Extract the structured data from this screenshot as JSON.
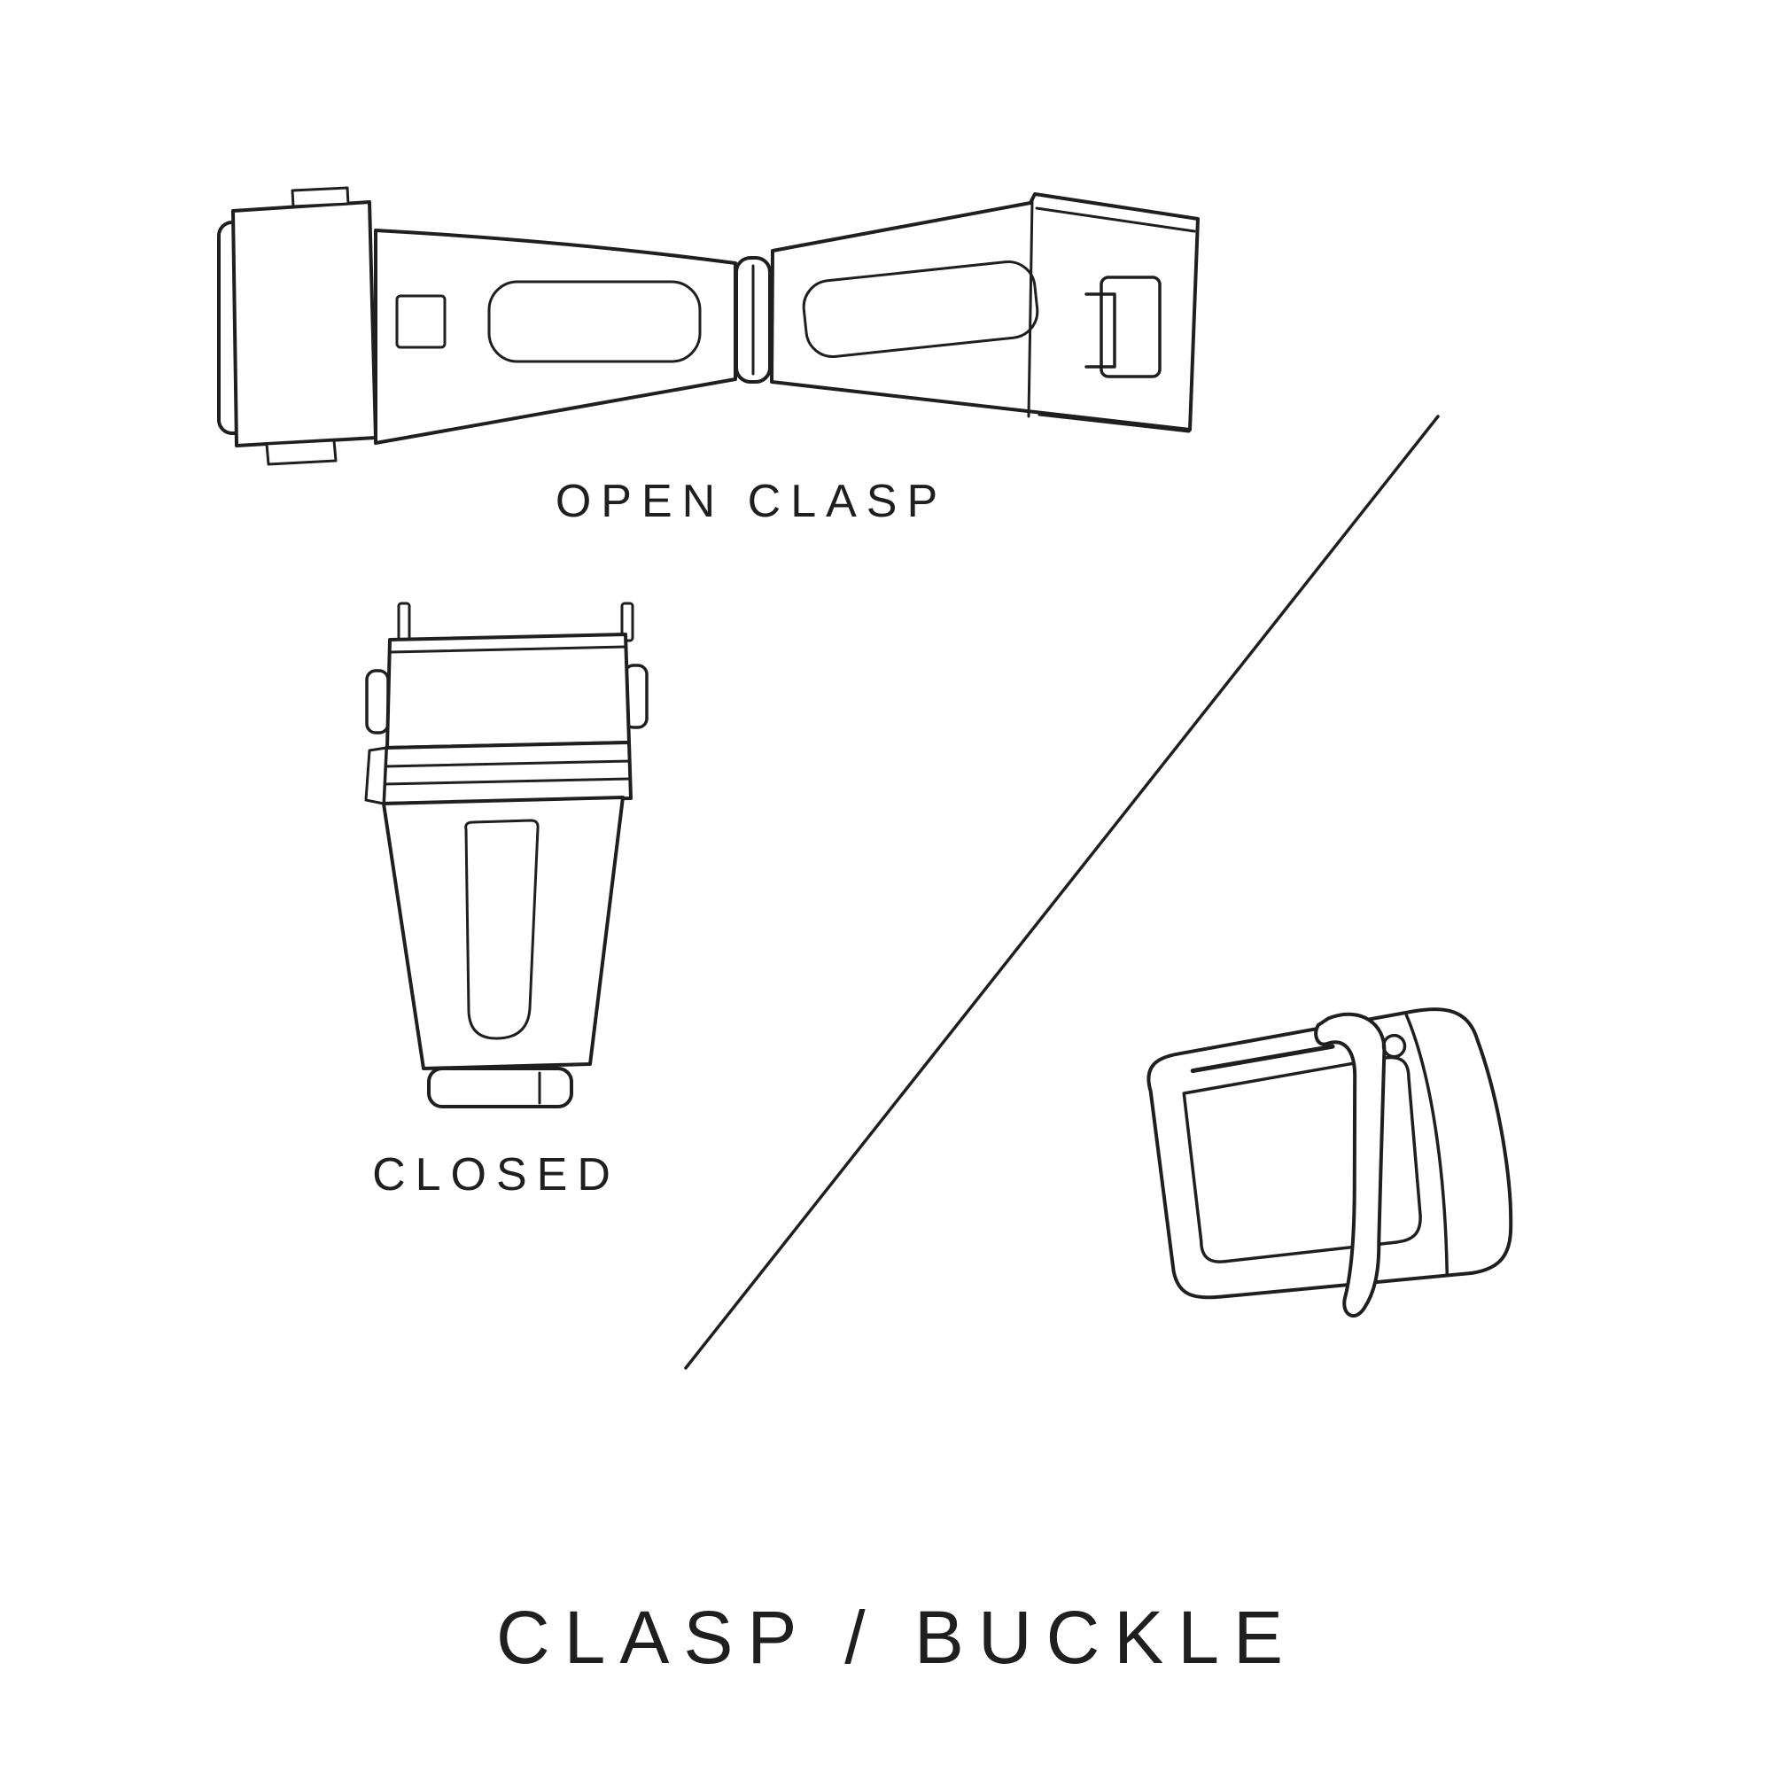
{
  "canvas": {
    "background_color": "#ffffff",
    "line_color": "#1f1f1f"
  },
  "diagram": {
    "title": "CLASP / BUCKLE",
    "sections": {
      "clasp": {
        "open_label": "OPEN CLASP",
        "closed_label": "CLOSED",
        "illustrations": [
          {
            "icon": "open-clasp-illustration",
            "caption": "OPEN CLASP"
          },
          {
            "icon": "closed-clasp-illustration",
            "caption": "CLOSED"
          }
        ]
      },
      "buckle": {
        "illustrations": [
          {
            "icon": "buckle-illustration",
            "caption": ""
          }
        ]
      }
    },
    "divider": {
      "icon": "diagonal-divider-line"
    }
  }
}
